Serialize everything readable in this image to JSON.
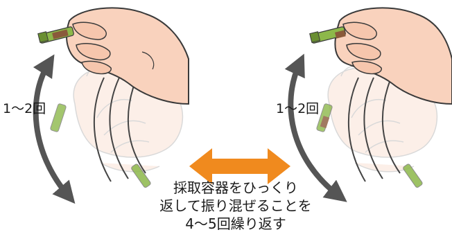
{
  "panels": [
    {
      "count_label": "1〜2回"
    },
    {
      "count_label": "1〜2回"
    }
  ],
  "caption": {
    "line1": "採取容器をひっくり",
    "line2": "返して振り混ぜることを",
    "line3": "4〜5回繰り返す"
  },
  "colors": {
    "skin": "#f9d2bd",
    "skin_outline": "#3a3a3a",
    "arrow_gray": "#555555",
    "swap_arrow": "#f08a1e",
    "tube_green": "#8db84a",
    "tube_cap": "#6a8f32",
    "sample_brown": "#8a5a3a"
  }
}
